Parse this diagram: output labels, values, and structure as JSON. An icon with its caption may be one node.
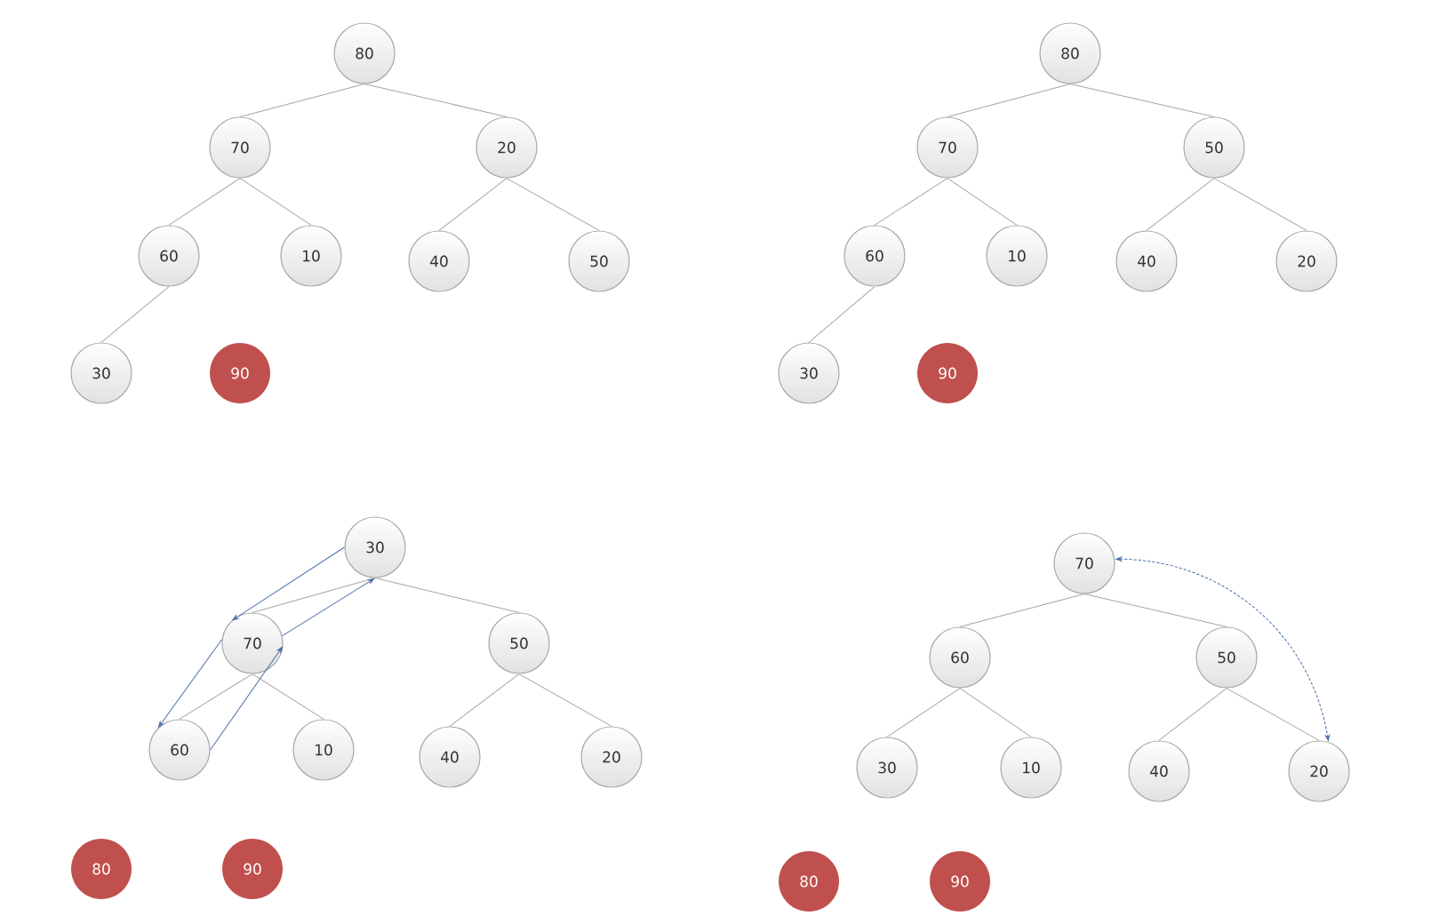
{
  "diagram": {
    "nodes": [
      {
        "text": [
          "80"
        ]
      },
      {
        "text": [
          "70"
        ]
      },
      {
        "text": [
          "20"
        ]
      },
      {
        "text": [
          "60"
        ]
      },
      {
        "text": [
          "10"
        ]
      },
      {
        "text": [
          "40"
        ]
      },
      {
        "text": [
          "50"
        ]
      },
      {
        "text": [
          "30"
        ]
      },
      {
        "text": [
          "90"
        ]
      },
      {
        "text": [
          "80"
        ]
      },
      {
        "text": [
          "70"
        ]
      },
      {
        "text": [
          "50"
        ]
      },
      {
        "text": [
          "60"
        ]
      },
      {
        "text": [
          "10"
        ]
      },
      {
        "text": [
          "40"
        ]
      },
      {
        "text": [
          "20"
        ]
      },
      {
        "text": [
          "30"
        ]
      },
      {
        "text": [
          "90"
        ]
      },
      {
        "text": [
          "30"
        ]
      },
      {
        "text": [
          "70"
        ]
      },
      {
        "text": [
          "50"
        ]
      },
      {
        "text": [
          "60"
        ]
      },
      {
        "text": [
          "10"
        ]
      },
      {
        "text": [
          "40"
        ]
      },
      {
        "text": [
          "20"
        ]
      },
      {
        "text": [
          "80"
        ]
      },
      {
        "text": [
          "90"
        ]
      },
      {
        "text": [
          "70"
        ]
      },
      {
        "text": [
          "60"
        ]
      },
      {
        "text": [
          "50"
        ]
      },
      {
        "text": [
          "30"
        ]
      },
      {
        "text": [
          "10"
        ]
      },
      {
        "text": [
          "40"
        ]
      },
      {
        "text": [
          "20"
        ]
      },
      {
        "text": [
          "80"
        ]
      },
      {
        "text": [
          "90"
        ]
      }
    ],
    "edges": [
      {
        "from": 0,
        "to": 1,
        "arrow": "none"
      },
      {
        "from": 0,
        "to": 2,
        "arrow": "none"
      },
      {
        "from": 1,
        "to": 3,
        "arrow": "none"
      },
      {
        "from": 1,
        "to": 4,
        "arrow": "none"
      },
      {
        "from": 2,
        "to": 5,
        "arrow": "none"
      },
      {
        "from": 2,
        "to": 6,
        "arrow": "none"
      },
      {
        "from": 3,
        "to": 7,
        "arrow": "none"
      },
      {
        "from": 9,
        "to": 10,
        "arrow": "none"
      },
      {
        "from": 9,
        "to": 11,
        "arrow": "none"
      },
      {
        "from": 10,
        "to": 12,
        "arrow": "none"
      },
      {
        "from": 10,
        "to": 13,
        "arrow": "none"
      },
      {
        "from": 11,
        "to": 14,
        "arrow": "none"
      },
      {
        "from": 11,
        "to": 15,
        "arrow": "none"
      },
      {
        "from": 12,
        "to": 16,
        "arrow": "none"
      },
      {
        "from": 18,
        "to": 19,
        "arrow": "none"
      },
      {
        "from": 18,
        "to": 20,
        "arrow": "none"
      },
      {
        "from": 19,
        "to": 21,
        "arrow": "none"
      },
      {
        "from": 19,
        "to": 22,
        "arrow": "none"
      },
      {
        "from": 20,
        "to": 23,
        "arrow": "none"
      },
      {
        "from": 20,
        "to": 24,
        "arrow": "none"
      },
      {
        "from": 18,
        "to": 19,
        "arrow": "to",
        "color": "#4a70a8"
      },
      {
        "from": 19,
        "to": 21,
        "arrow": "to",
        "color": "#4a70a8"
      },
      {
        "from": 21,
        "to": 19,
        "arrow": "to",
        "color": "#4a70a8"
      },
      {
        "from": 19,
        "to": 18,
        "arrow": "to",
        "color": "#4a70a8"
      },
      {
        "from": 27,
        "to": 28,
        "arrow": "none"
      },
      {
        "from": 27,
        "to": 29,
        "arrow": "none"
      },
      {
        "from": 28,
        "to": 30,
        "arrow": "none"
      },
      {
        "from": 28,
        "to": 31,
        "arrow": "none"
      },
      {
        "from": 29,
        "to": 32,
        "arrow": "none"
      },
      {
        "from": 29,
        "to": 33,
        "arrow": "none"
      },
      {
        "from": 27,
        "to": 33,
        "arrow": "both",
        "style": "dashed",
        "color": "#4a70a8"
      }
    ]
  }
}
